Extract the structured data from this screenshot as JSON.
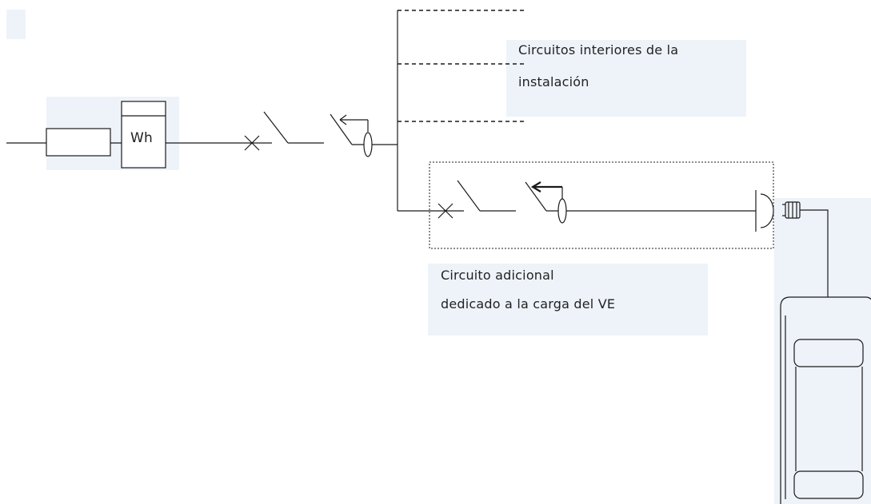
{
  "meter": {
    "label": "Wh"
  },
  "labels": {
    "interior_line1": "Circuitos interiores de la",
    "interior_line2": "instalación",
    "additional_line1": "Circuito adicional",
    "additional_line2": "dedicado a la carga del VE"
  },
  "colors": {
    "panel_tint": "#eef3fa",
    "line": "#1a1a1a"
  }
}
